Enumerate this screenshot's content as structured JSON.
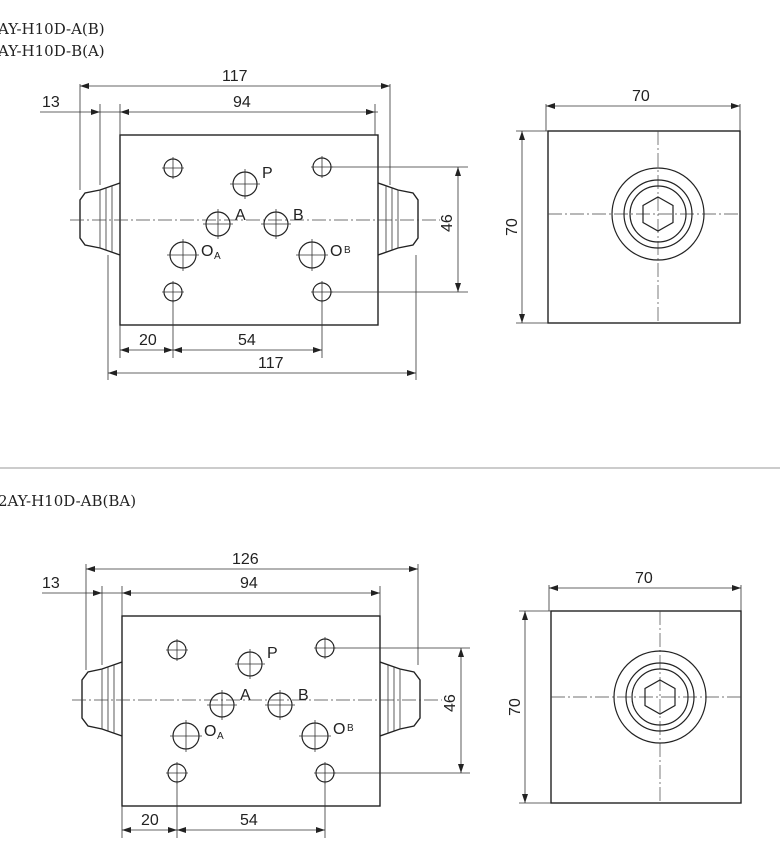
{
  "sections": [
    {
      "models": [
        "AY-H10D-A(B)",
        "AY-H10D-B(A)"
      ],
      "dims": {
        "overall_width": "117",
        "flange": "13",
        "body_width": "94",
        "height": "46",
        "left_offset": "20",
        "port_spacing": "54",
        "bottom_width": "117",
        "side_width": "70",
        "side_height": "70"
      }
    },
    {
      "models": [
        "2AY-H10D-AB(BA)"
      ],
      "dims": {
        "overall_width": "126",
        "flange": "13",
        "body_width": "94",
        "height": "46",
        "left_offset": "20",
        "port_spacing": "54",
        "side_width": "70",
        "side_height": "70"
      }
    }
  ],
  "ports": {
    "p": "P",
    "a": "A",
    "b": "B",
    "o": "O",
    "oa_sub": "A",
    "ob_sub": "B"
  }
}
